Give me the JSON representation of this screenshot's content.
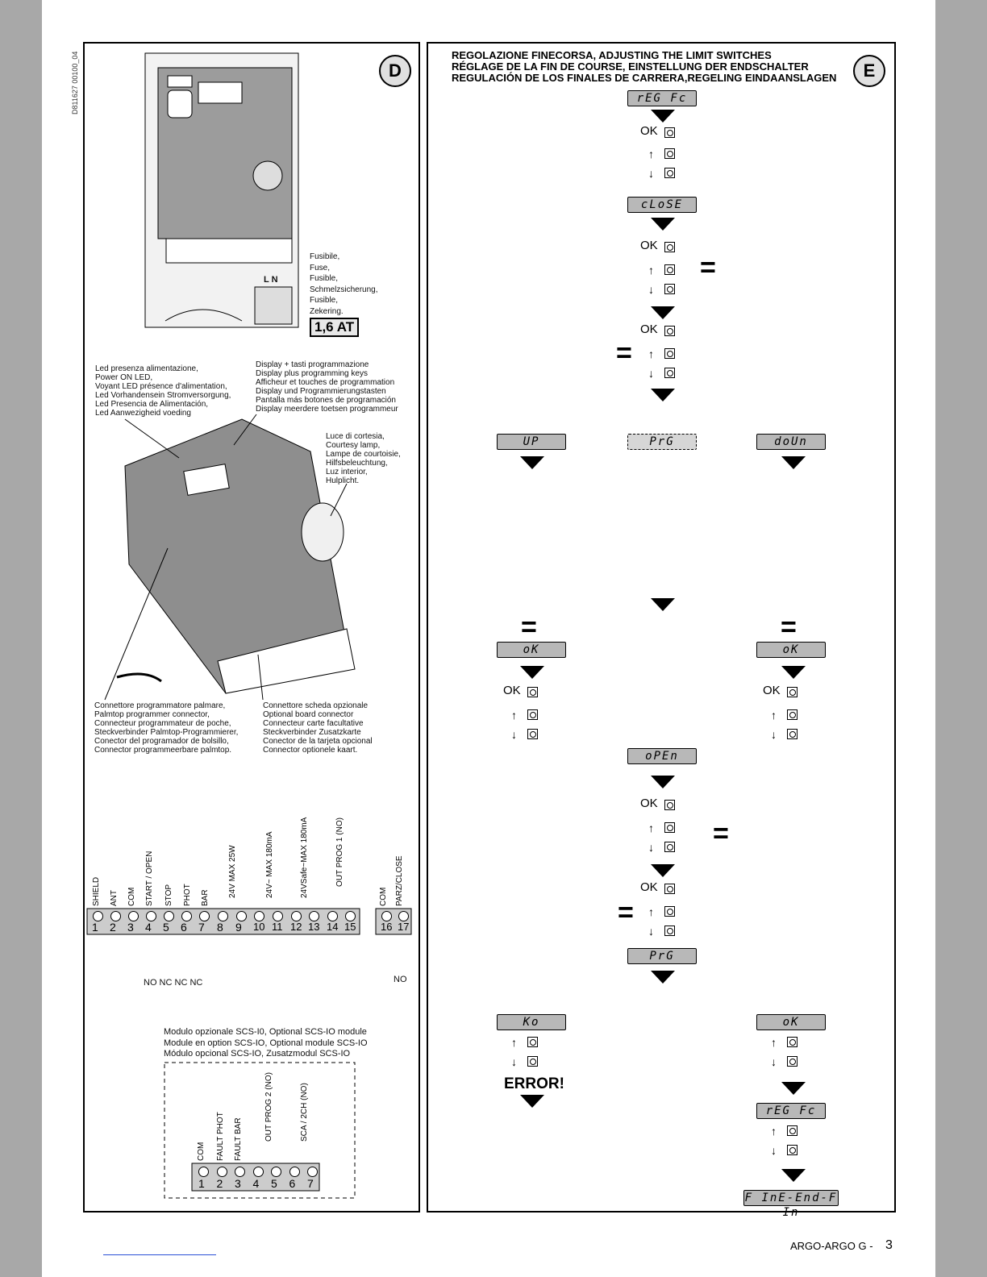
{
  "doc_code": "D811627 00100_04",
  "panel_d": {
    "badge": "D",
    "fuse_labels": [
      "Fusibile,",
      "Fuse,",
      "Fusible,",
      "Schmelzsicherung,",
      "Fusible,",
      "Zekering."
    ],
    "ln_label": "L N",
    "fuse_rating": "1,6 AT",
    "power_led": [
      "Led presenza alimentazione,",
      "Power ON LED,",
      "Voyant LED présence d'alimentation,",
      "Led Vorhandensein Stromversorgung,",
      "Led Presencia de Alimentación,",
      "Led Aanwezigheid voeding"
    ],
    "display_keys": [
      "Display + tasti programmazione",
      "Display plus programming keys",
      "Afficheur et touches de programmation",
      "Display und Programmierungstasten",
      "Pantalla más botones de programación",
      "Display meerdere toetsen programmeur"
    ],
    "courtesy_lamp": [
      "Luce di cortesia,",
      "Courtesy lamp,",
      "Lampe de courtoisie,",
      "Hilfsbeleuchtung,",
      "Luz interior,",
      "Hulplicht."
    ],
    "palmtop_connector": [
      "Connettore programmatore palmare,",
      "Palmtop programmer connector,",
      "Connecteur programmateur de poche,",
      "Steckverbinder Palmtop-Programmierer,",
      "Conector del programador de bolsillo,",
      "Connector programmeerbare palmtop."
    ],
    "optional_board": [
      "Connettore scheda opzionale",
      "Optional board connector",
      "Connecteur carte facultative",
      "Steckverbinder Zusatzkarte",
      "Conector de la tarjeta opcional",
      "Connector optionele kaart."
    ],
    "terminal_labels": [
      "SHIELD",
      "ANT",
      "COM",
      "START / OPEN",
      "STOP",
      "PHOT",
      "BAR",
      "24V MAX 25W",
      "24V~ MAX 180mA",
      "24VSafe~MAX 180mA",
      "OUT PROG 1 (NO)",
      "COM",
      "PARZ/CLOSE"
    ],
    "terminal_numbers": [
      "1",
      "2",
      "3",
      "4",
      "5",
      "6",
      "7",
      "8",
      "9",
      "10",
      "11",
      "12",
      "13",
      "14",
      "15",
      "16",
      "17"
    ],
    "no_nc_label": "NO   NC NC  NC",
    "no_label": "NO",
    "scs_io": [
      "Modulo opzionale SCS-I0, Optional SCS-IO module",
      "Module en option SCS-IO, Optional module SCS-IO",
      "Módulo opcional SCS-IO, Zusatzmodul SCS-IO"
    ],
    "scs_terminal_labels": [
      "COM",
      "FAULT PHOT",
      "FAULT BAR",
      "OUT PROG 2 (NO)",
      "SCA / 2CH (NO)"
    ],
    "scs_terminal_numbers": [
      "1",
      "2",
      "3",
      "4",
      "5",
      "6",
      "7"
    ]
  },
  "panel_e": {
    "badge": "E",
    "heading": [
      "REGOLAZIONE FINECORSA, ADJUSTING THE LIMIT SWITCHES",
      "RÉGLAGE DE LA FIN DE COURSE, EINSTELLUNG DER ENDSCHALTER",
      "REGULACIÓN DE LOS FINALES DE CARRERA,REGELING EINDAANSLAGEN"
    ],
    "displays": {
      "reg_fc": "rEG Fc",
      "close": "cLoSE",
      "up": "UP",
      "prg": "PrG",
      "down": "doUn",
      "ok": "oK",
      "open": "oPEn",
      "ko": "Ko",
      "fine": "F InE-End-F In"
    },
    "ok_key": "OK",
    "error": "ERROR!"
  },
  "footer": {
    "product": "ARGO-ARGO G -",
    "page": "3"
  }
}
